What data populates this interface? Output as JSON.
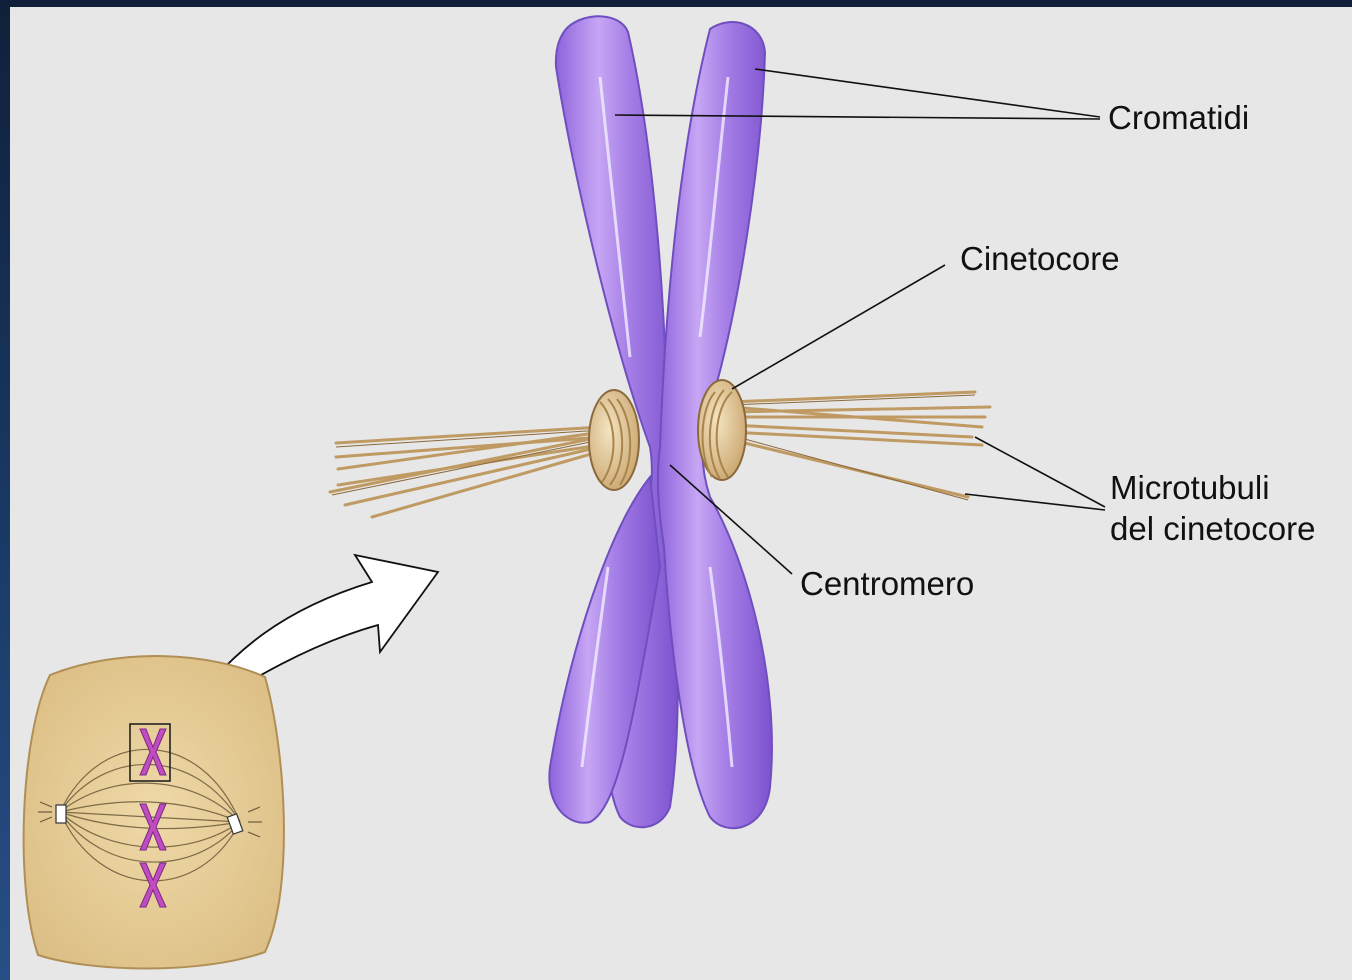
{
  "labels": {
    "cromatidi": "Cromatidi",
    "cinetocore": "Cinetocore",
    "microtubuli_line1": "Microtubuli",
    "microtubuli_line2": "del cinetocore",
    "centromero": "Centromero"
  },
  "colors": {
    "background_frame": "#1a3a66",
    "slide": "#e7e7e7",
    "chromosome": "#a57ee6",
    "chromosome_edge": "#6f4fc0",
    "kinetochore": "#e6cfa0",
    "microtubule": "#c09a63",
    "cell": "#e6cc98",
    "small_chromosome": "#c04cc0"
  },
  "icons": [
    "enlargement-arrow-icon",
    "cell-in-metaphase-icon"
  ]
}
